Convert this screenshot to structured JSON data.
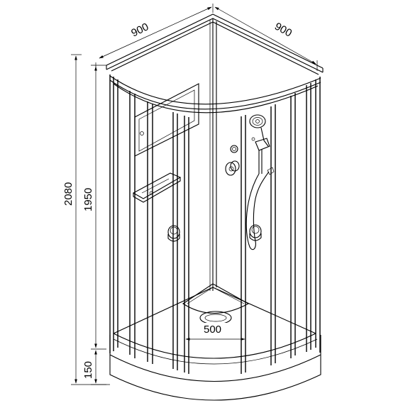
{
  "dimensions": {
    "width_left": "900",
    "width_right": "900",
    "total_height": "2080",
    "cabin_height": "1950",
    "tray_height": "150",
    "door_opening": "500"
  }
}
